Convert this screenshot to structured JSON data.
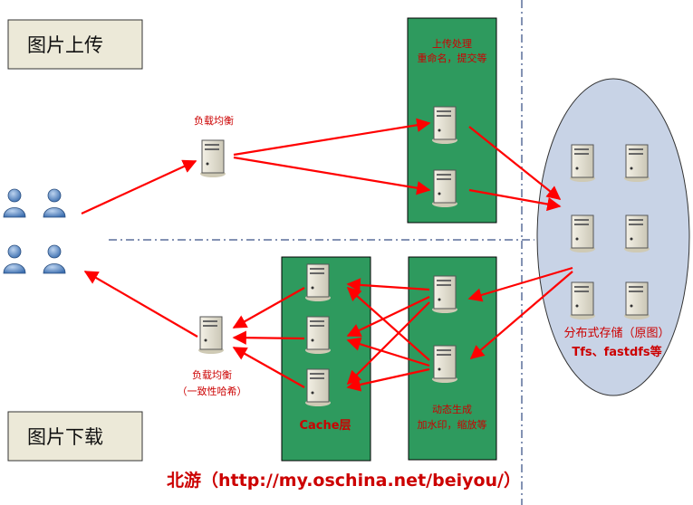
{
  "upload_label": "图片上传",
  "download_label": "图片下载",
  "upload_process": {
    "line1": "上传处理",
    "line2": "重命名，提交等"
  },
  "lb_upload": "负载均衡",
  "lb_download": {
    "line1": "负载均衡",
    "line2": "（一致性哈希）"
  },
  "dynamic_gen": {
    "line1": "动态生成",
    "line2": "加水印，缩放等"
  },
  "cache_layer": "Cache层",
  "storage": {
    "line1": "分布式存储（原图）",
    "line2": "Tfs、fastdfs等"
  },
  "footer": "北游（http://my.oschina.net/beiyou/）",
  "colors": {
    "green_box": "#2e9a5e",
    "arrow": "#ff0000",
    "ellipse": "#c8d3e6",
    "label_box": "#ece9d8",
    "text_red": "#cc0000"
  }
}
